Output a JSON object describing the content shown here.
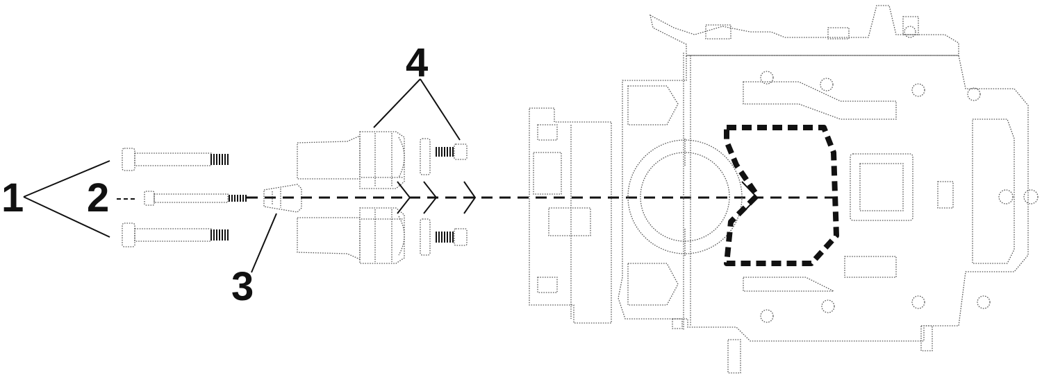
{
  "callouts": [
    {
      "id": "1",
      "label": "1"
    },
    {
      "id": "2",
      "label": "2"
    },
    {
      "id": "3",
      "label": "3"
    },
    {
      "id": "4",
      "label": "4"
    }
  ],
  "colors": {
    "ink": "#111111",
    "dotted_outline": "#555555",
    "background": "#ffffff"
  }
}
